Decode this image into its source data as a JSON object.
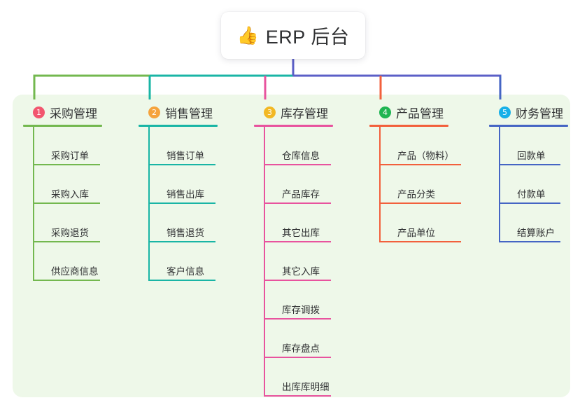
{
  "root": {
    "icon": "thumbs-up-emoji",
    "emoji": "👍",
    "title": "ERP 后台"
  },
  "theme": {
    "panel_bg": "#eef8e9",
    "page_bg": "#ffffff",
    "text": "#303133",
    "root_stem": "#5b5fc7"
  },
  "columns": [
    {
      "index": "1",
      "badge_color": "#f2566f",
      "line_color": "#73b84f",
      "title": "采购管理",
      "items": [
        {
          "label": "采购订单"
        },
        {
          "label": "采购入库"
        },
        {
          "label": "采购退货"
        },
        {
          "label": "供应商信息"
        }
      ]
    },
    {
      "index": "2",
      "badge_color": "#f5a33c",
      "line_color": "#19b5a5",
      "title": "销售管理",
      "items": [
        {
          "label": "销售订单"
        },
        {
          "label": "销售出库"
        },
        {
          "label": "销售退货"
        },
        {
          "label": "客户信息"
        }
      ]
    },
    {
      "index": "3",
      "badge_color": "#f2b824",
      "line_color": "#e8539e",
      "title": "库存管理",
      "items": [
        {
          "label": "仓库信息"
        },
        {
          "label": "产品库存"
        },
        {
          "label": "其它出库"
        },
        {
          "label": "其它入库"
        },
        {
          "label": "库存调拨"
        },
        {
          "label": "库存盘点"
        },
        {
          "label": "出库库明细"
        }
      ]
    },
    {
      "index": "4",
      "badge_color": "#1fb552",
      "line_color": "#f2603c",
      "title": "产品管理",
      "items": [
        {
          "label": "产品（物料）"
        },
        {
          "label": "产品分类"
        },
        {
          "label": "产品单位"
        }
      ]
    },
    {
      "index": "5",
      "badge_color": "#17b0e8",
      "line_color": "#4565c4",
      "title": "财务管理",
      "items": [
        {
          "label": "回款单"
        },
        {
          "label": "付款单"
        },
        {
          "label": "结算账户"
        }
      ]
    }
  ]
}
